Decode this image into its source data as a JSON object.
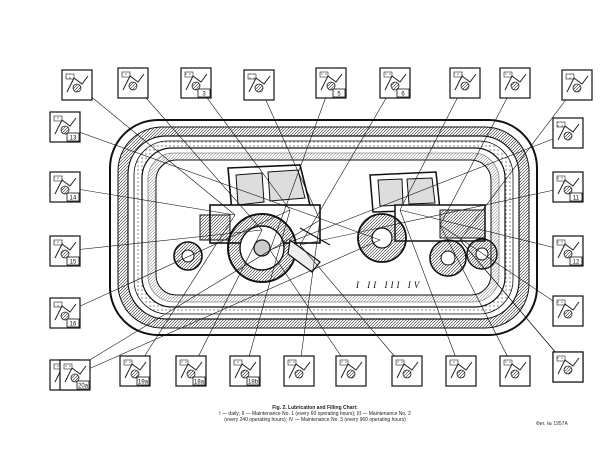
{
  "figure": {
    "caption_title": "Fig. 2. Lubrication and Filling Chart:",
    "caption_line1": "I — daily; II — Maintenance No. 1 (every 60 operating hours); III — Maintenance No. 2",
    "caption_line2": "(every 240 operating hours); IV — Maintenance No. 3 (every 960 operating hours)",
    "figure_ref": "Фиг. № 1957А",
    "roman_marks": "I II III IV"
  },
  "panels": {
    "top": [
      {
        "icon": "oil-filler-icon"
      },
      {
        "icon": "lever-icon",
        "label": ""
      },
      {
        "icon": "valve-icon",
        "label": "3"
      },
      {
        "icon": "bolt-icon"
      },
      {
        "icon": "oil-can-icon",
        "label": "5"
      },
      {
        "icon": "pump-icon",
        "label": "6"
      },
      {
        "icon": "bearing-icon",
        "label": ""
      },
      {
        "icon": "grease-gun-icon",
        "label": ""
      },
      {
        "icon": "engine-part-icon"
      }
    ],
    "left": [
      {
        "icon": "filter-icon",
        "label": "13"
      },
      {
        "icon": "bottle-icon",
        "label": "14"
      },
      {
        "icon": "hub-icon",
        "label": "15"
      },
      {
        "icon": "linkage-icon",
        "label": "16"
      },
      {
        "icon": "nozzle-icon",
        "label": ""
      }
    ],
    "right": [
      {
        "icon": "fan-icon",
        "label": ""
      },
      {
        "icon": "cap-icon",
        "label": "11"
      },
      {
        "icon": "gearbox-icon",
        "label": "12"
      },
      {
        "icon": "joint-icon",
        "label": ""
      },
      {
        "icon": "shaft-icon",
        "label": ""
      }
    ],
    "bottom": [
      {
        "icon": "drain-icon",
        "label": "20a"
      },
      {
        "icon": "spring-icon",
        "label": "19a"
      },
      {
        "icon": "tank-icon",
        "label": "18a"
      },
      {
        "icon": "wheel-bearing-icon",
        "label": "18b"
      },
      {
        "icon": "pin-icon",
        "label": ""
      },
      {
        "icon": "hydraulic-icon",
        "label": ""
      },
      {
        "icon": "lubricator-icon",
        "label": ""
      },
      {
        "icon": "coupling-icon",
        "label": ""
      },
      {
        "icon": "axle-icon",
        "label": ""
      },
      {
        "icon": "pulley-icon",
        "label": ""
      }
    ]
  }
}
